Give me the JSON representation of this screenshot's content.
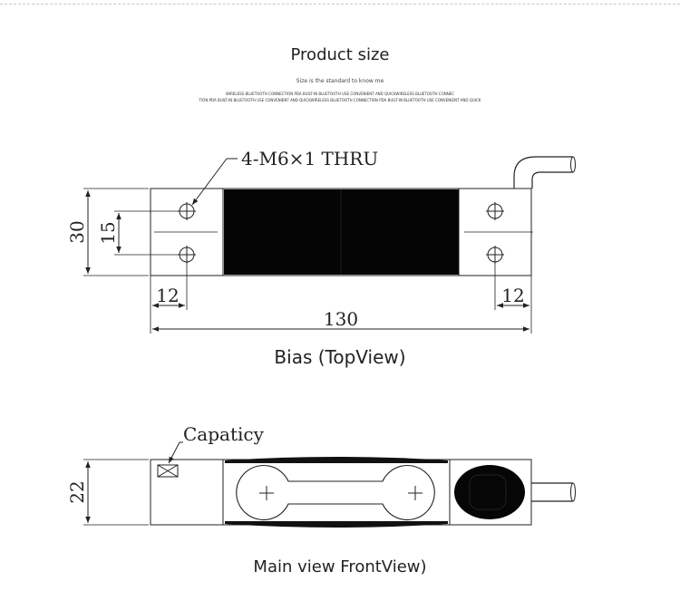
{
  "header": {
    "title": "Product size",
    "subtitle": "Size is the standard to know me",
    "fine_line_1": "WIRELESS BLUETOOTH CONNECTION PDA BUILT-IN BLUETOOTH USE CONVENIENT AND QUICKWIRELESS BLUETOOTH CONNEC",
    "fine_line_2": "TION PDA BUILT-IN BLUETOOTH USE CONVENIENT AND QUICKWIRELESS BLUETOOTH CONNECTION PDA BUILT-IN BLUETOOTH USE CONVENIENT AND QUICK"
  },
  "top_view": {
    "caption": "Bias (TopView)",
    "hole_callout": "4-M6×1 THRU",
    "dim_height": "30",
    "dim_hole_spacing": "15",
    "dim_left_offset": "12",
    "dim_right_offset": "12",
    "dim_length": "130"
  },
  "front_view": {
    "caption": "Main view FrontView)",
    "callout": "Capaticy",
    "dim_height": "22"
  }
}
